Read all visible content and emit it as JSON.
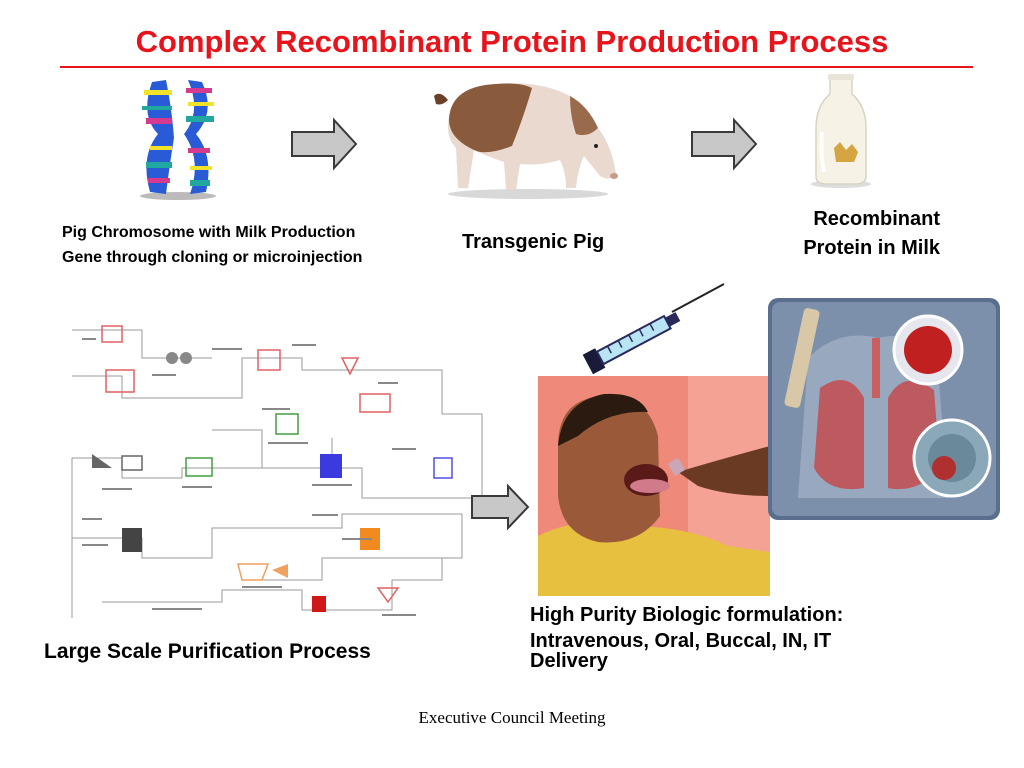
{
  "title": "Complex Recombinant Protein Production Process",
  "captions": {
    "chromosome_line1": "Pig Chromosome with Milk Production",
    "chromosome_line2": "Gene through cloning or microinjection",
    "pig": "Transgenic Pig",
    "milk_line1": "Recombinant",
    "milk_line2": "Protein in Milk",
    "purification": "Large Scale Purification Process",
    "formulation_line1": "High Purity Biologic formulation:",
    "formulation_line2": "Intravenous, Oral, Buccal, IN, IT",
    "formulation_line3": "Delivery"
  },
  "footer": "Executive Council Meeting",
  "colors": {
    "title": "#e8141c",
    "arrow_fill": "#c8c8c8",
    "arrow_stroke": "#3a3a3a"
  },
  "icons": [
    "chromosome-icon",
    "pig-icon",
    "milk-bottle-icon",
    "syringe-icon",
    "process-flow-diagram",
    "child-photo",
    "lungs-illustration"
  ]
}
